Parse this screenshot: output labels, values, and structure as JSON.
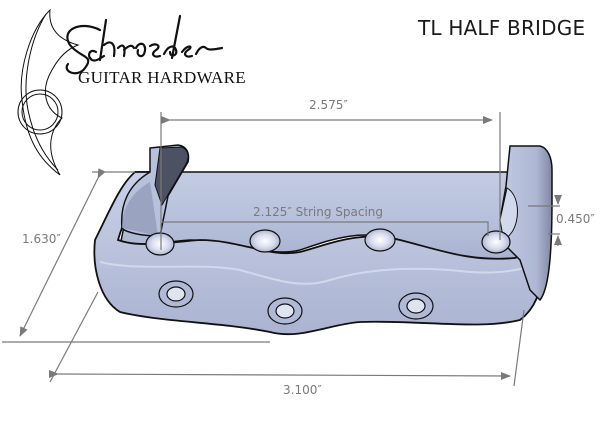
{
  "header": {
    "title": "TL HALF BRIDGE",
    "brand_script": "Schroeder",
    "brand_subtitle": "GUITAR HARDWARE"
  },
  "dimensions": {
    "inner_width": "2.575″",
    "string_spacing": "2.125″  String Spacing",
    "side_wall_height": "0.450″",
    "depth": "1.630″",
    "overall_width": "3.100″"
  },
  "colors": {
    "body": "#b9c2dc",
    "body_shadow": "#8d97b3",
    "inner_face": "#4c5163",
    "outline": "#111111",
    "dimension_line": "#7a7a7a"
  }
}
